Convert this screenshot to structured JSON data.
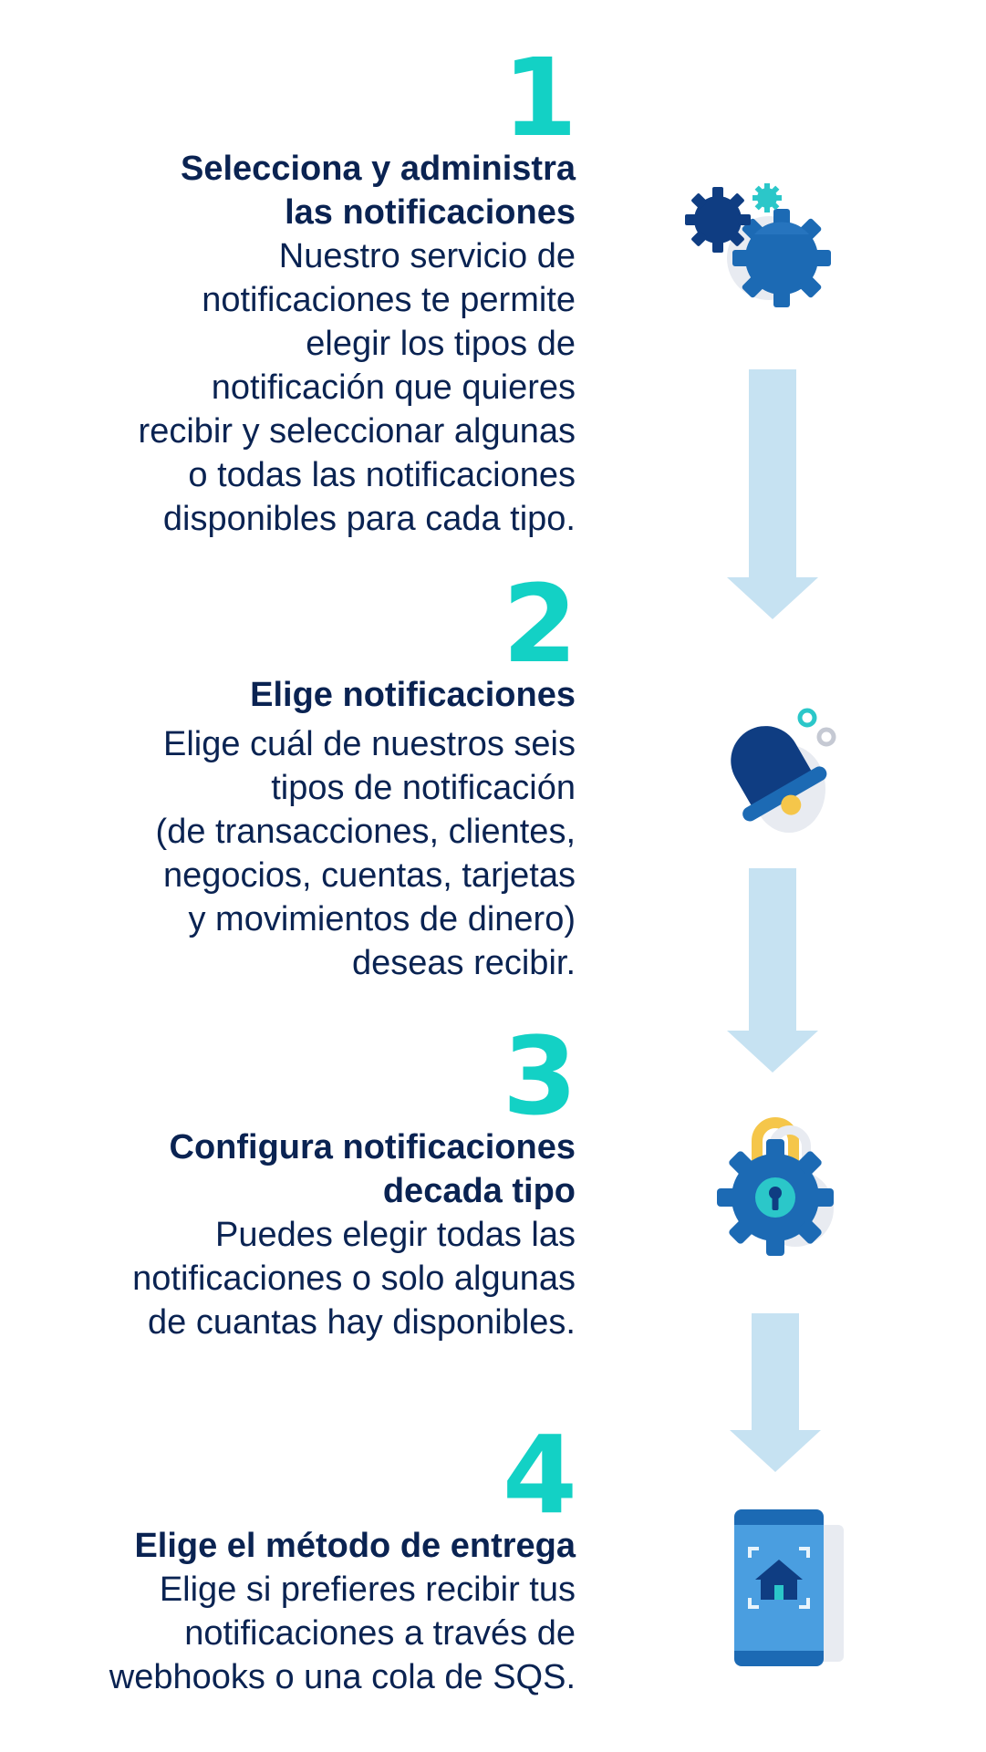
{
  "steps": [
    {
      "number": "1",
      "title": "Selecciona y administra\nlas notificaciones",
      "description": "Nuestro servicio de\nnotificaciones te permite\nelegir los tipos de\nnotificación que quieres\nrecibir y seleccionar algunas\no todas las notificaciones\ndisponibles para cada tipo.",
      "icon": "gears-icon"
    },
    {
      "number": "2",
      "title": "Elige notificaciones",
      "description": "Elige cuál de nuestros seis\ntipos de notificación\n(de transacciones, clientes,\nnegocios, cuentas, tarjetas\ny movimientos de dinero)\ndeseas recibir.",
      "icon": "bell-icon"
    },
    {
      "number": "3",
      "title": "Configura notificaciones\ndecada tipo",
      "description": "Puedes elegir todas las\nnotificaciones o solo algunas\nde cuantas hay disponibles.",
      "icon": "lock-gear-icon"
    },
    {
      "number": "4",
      "title": "Elige el método de entrega",
      "description": "Elige si prefieres recibir tus\nnotificaciones a través de\nwebhooks o una cola de SQS.",
      "icon": "mobile-home-icon"
    }
  ],
  "colors": {
    "number": "#13d1c5",
    "text": "#0a2352",
    "arrow": "#c6e2f2",
    "icon_dark": "#0f3d82",
    "icon_mid": "#1c6ab4",
    "accent_teal": "#2bc7c9",
    "accent_yellow": "#f5c64a"
  }
}
